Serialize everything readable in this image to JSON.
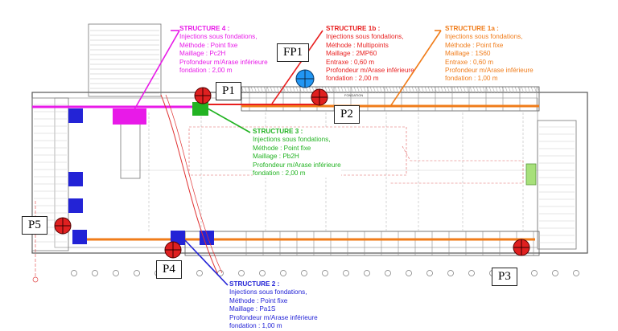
{
  "colors": {
    "structure4": "#e81ae8",
    "structure1b": "#e81f1f",
    "structure1a": "#f07c1a",
    "structure3": "#22b322",
    "structure2": "#2323d6",
    "drawing": "#555555",
    "pile_red": "#e02020",
    "pile_blue": "#2196f3"
  },
  "notes": {
    "structure4": {
      "title": "STRUCTURE 4 :",
      "lines": [
        "Injections sous fondations,",
        "Méthode : Point fixe",
        "Maillage : Pc2H",
        "Profondeur m/Arase inférieure",
        "fondation : 2,00 m"
      ]
    },
    "structure1b": {
      "title": "STRUCTURE 1b :",
      "lines": [
        "Injections sous fondations,",
        "Méthode : Multipoints",
        "Maillage : 2MP60",
        "Entraxe : 0,60 m",
        "Profondeur m/Arase inférieure",
        "fondation : 2,00 m"
      ]
    },
    "structure1a": {
      "title": "STRUCTURE 1a :",
      "lines": [
        "Injections sous fondations,",
        "Méthode : Point fixe",
        "Maillage : 1S60",
        "Entraxe : 0,60 m",
        "Profondeur m/Arase inférieure",
        "fondation : 1,00 m"
      ]
    },
    "structure3": {
      "title": "STRUCTURE 3 :",
      "lines": [
        "Injections sous fondations,",
        "Méthode : Point fixe",
        "Maillage : Pb2H",
        "Profondeur m/Arase inférieure",
        "fondation : 2,00 m"
      ]
    },
    "structure2": {
      "title": "STRUCTURE 2 :",
      "lines": [
        "Injections sous fondations,",
        "Méthode : Point fixe",
        "Maillage : Pa1S",
        "Profondeur m/Arase inférieure",
        "fondation : 1,00 m"
      ]
    }
  },
  "points": {
    "fp1": "FP1",
    "p1": "P1",
    "p2": "P2",
    "p3": "P3",
    "p4": "P4",
    "p5": "P5"
  },
  "drawing_text": {
    "fondation": "FONDATION"
  }
}
